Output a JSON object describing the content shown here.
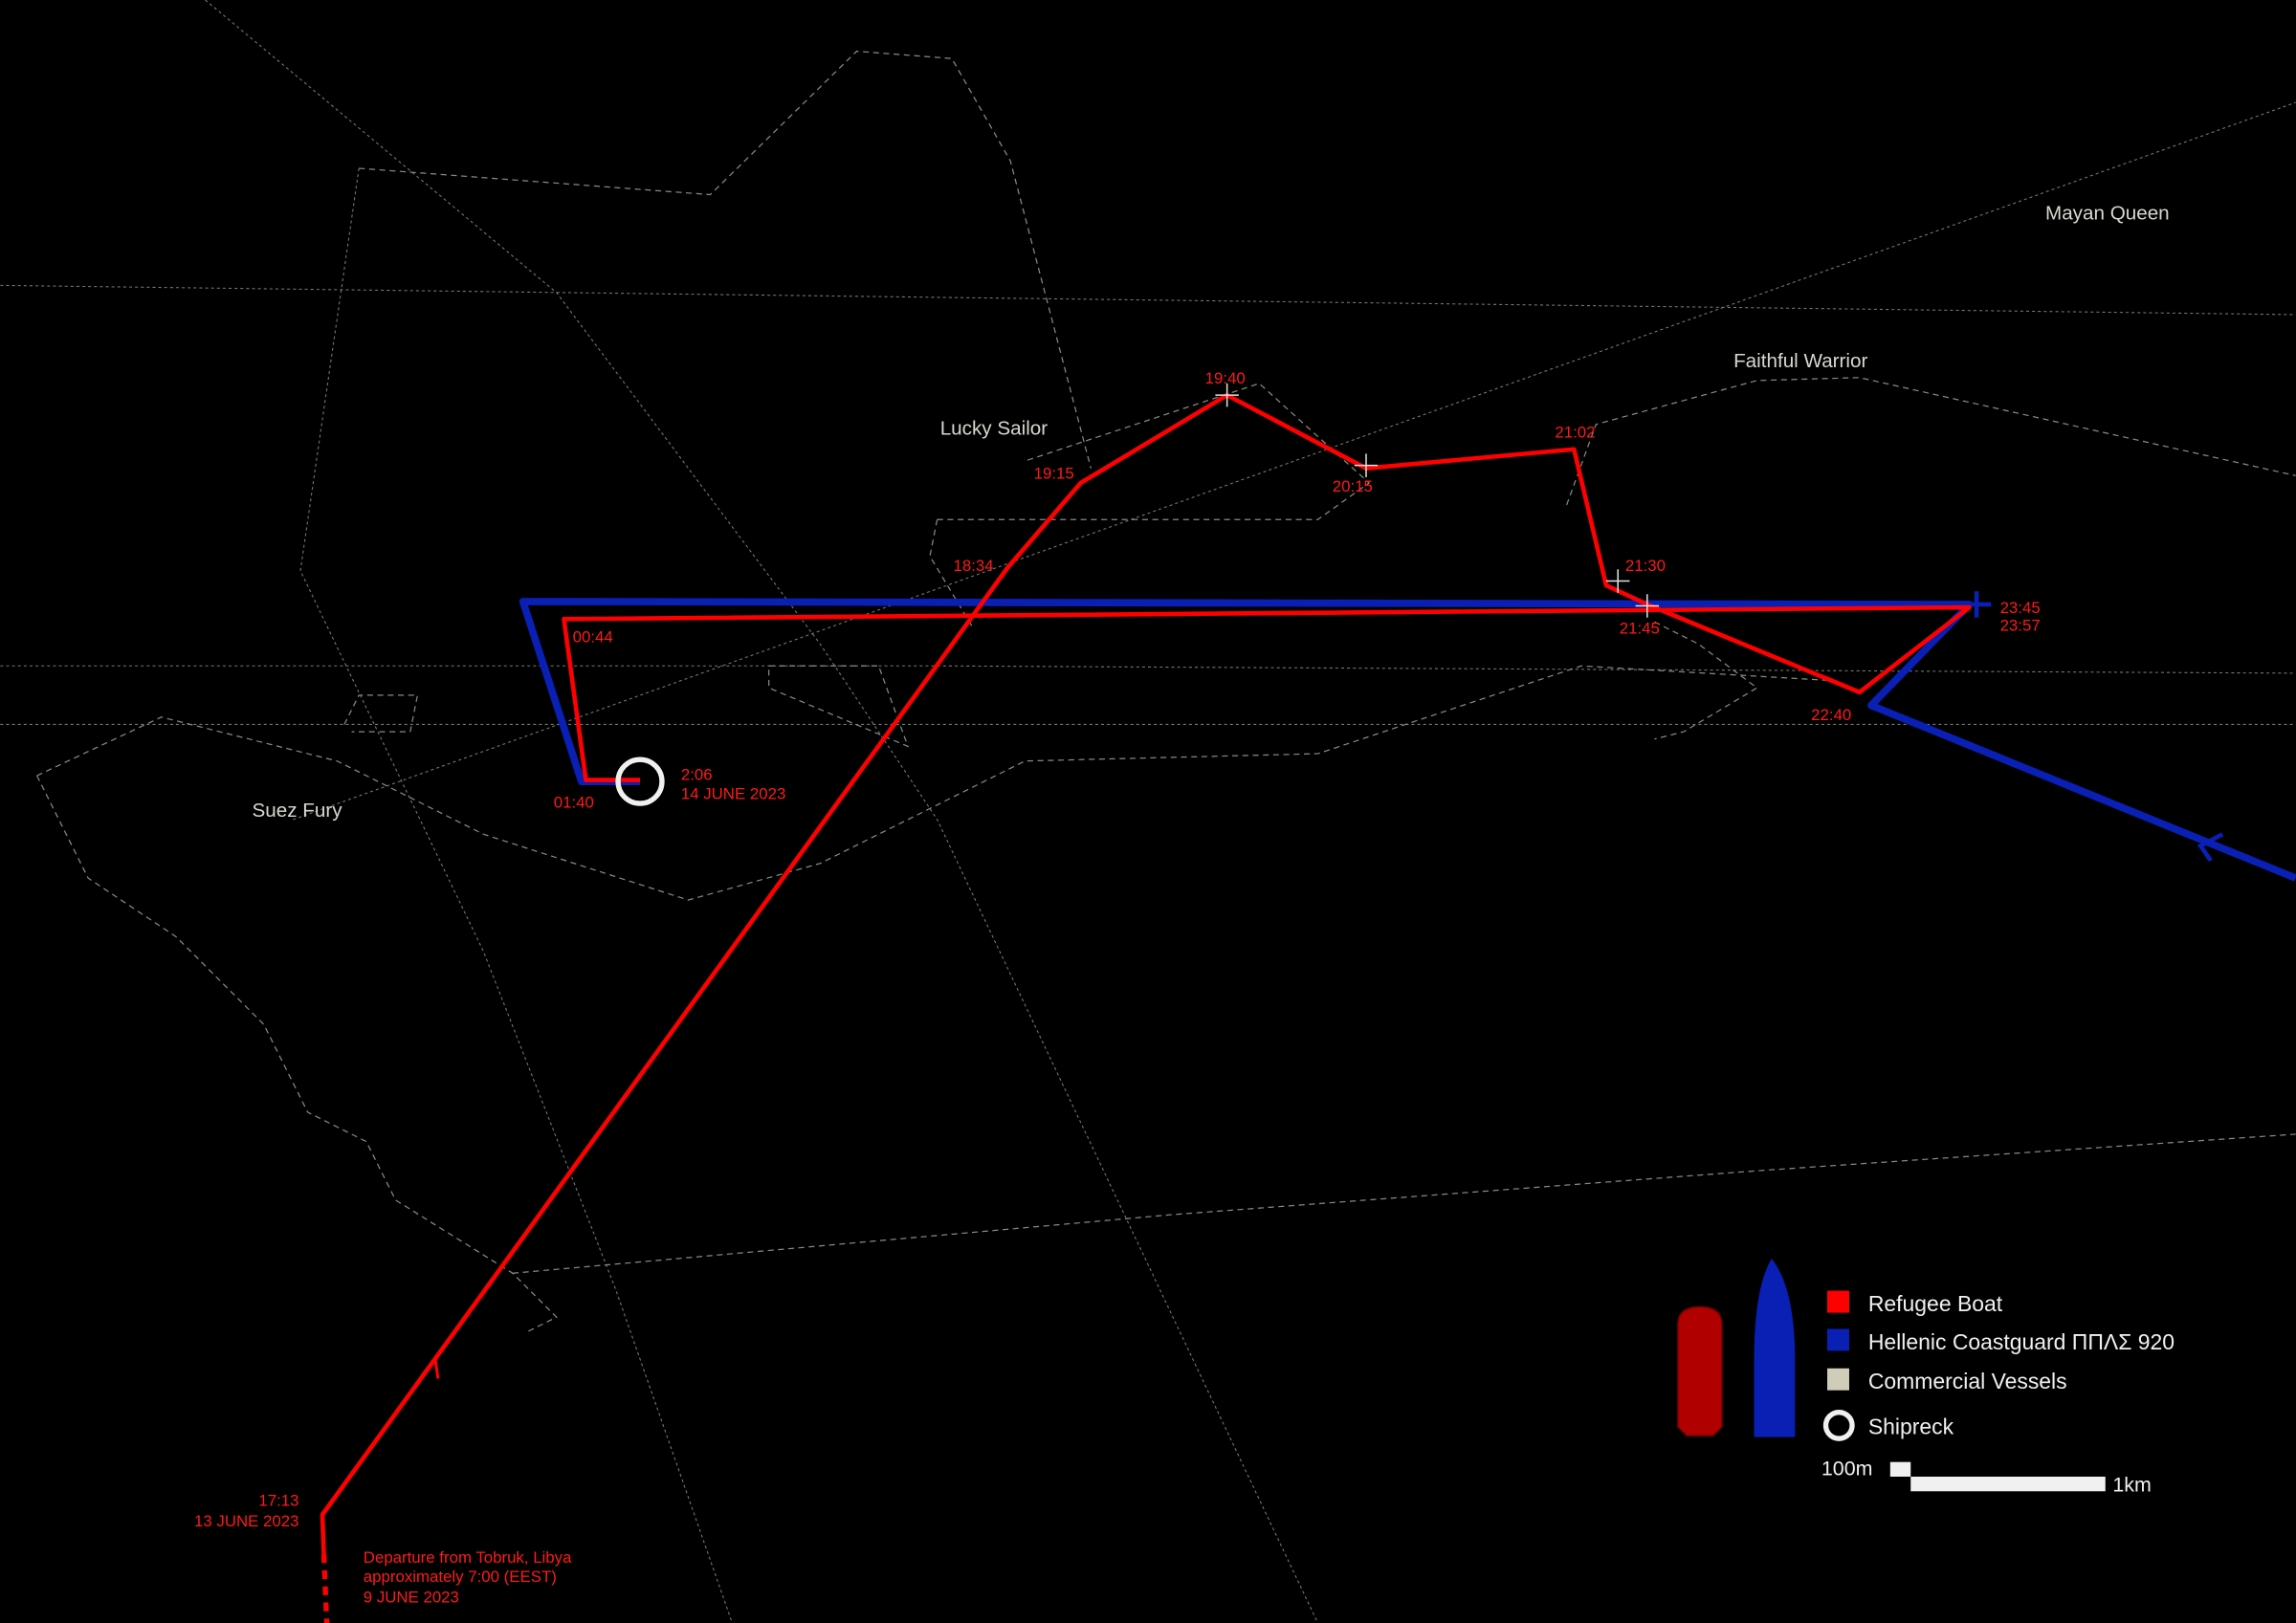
{
  "vessels": {
    "mayan_queen": "Mayan Queen",
    "faithful_warrior": "Faithful Warrior",
    "lucky_sailor": "Lucky Sailor",
    "suez_fury": "Suez Fury"
  },
  "timestamps": {
    "t1940": "19:40",
    "t1915": "19:15",
    "t2015": "20:15",
    "t2102": "21:02",
    "t1834": "18:34",
    "t2130": "21:30",
    "t2145": "21:45",
    "t2345": "23:45",
    "t2357": "23:57",
    "t2240": "22:40",
    "t0044": "00:44",
    "t0140": "01:40",
    "t0206": "2:06",
    "date14": "14 JUNE 2023",
    "t1713": "17:13",
    "date13": "13 JUNE 2023"
  },
  "departure": {
    "line1": "Departure from Tobruk, Libya",
    "line2": "approximately 7:00 (EEST)",
    "line3": "9 JUNE 2023"
  },
  "legend": {
    "refugee": "Refugee Boat",
    "coastguard": "Hellenic Coastguard ΠΠΛΣ 920",
    "commercial": "Commercial Vessels",
    "shipwreck": "Shipreck",
    "scale_small": "100m",
    "scale_large": "1km"
  },
  "colors": {
    "refugee": "#ff0000",
    "coastguard": "#0a1fb4",
    "commercial": "#cfcdb8",
    "shipwreck": "#f0f0f0"
  }
}
